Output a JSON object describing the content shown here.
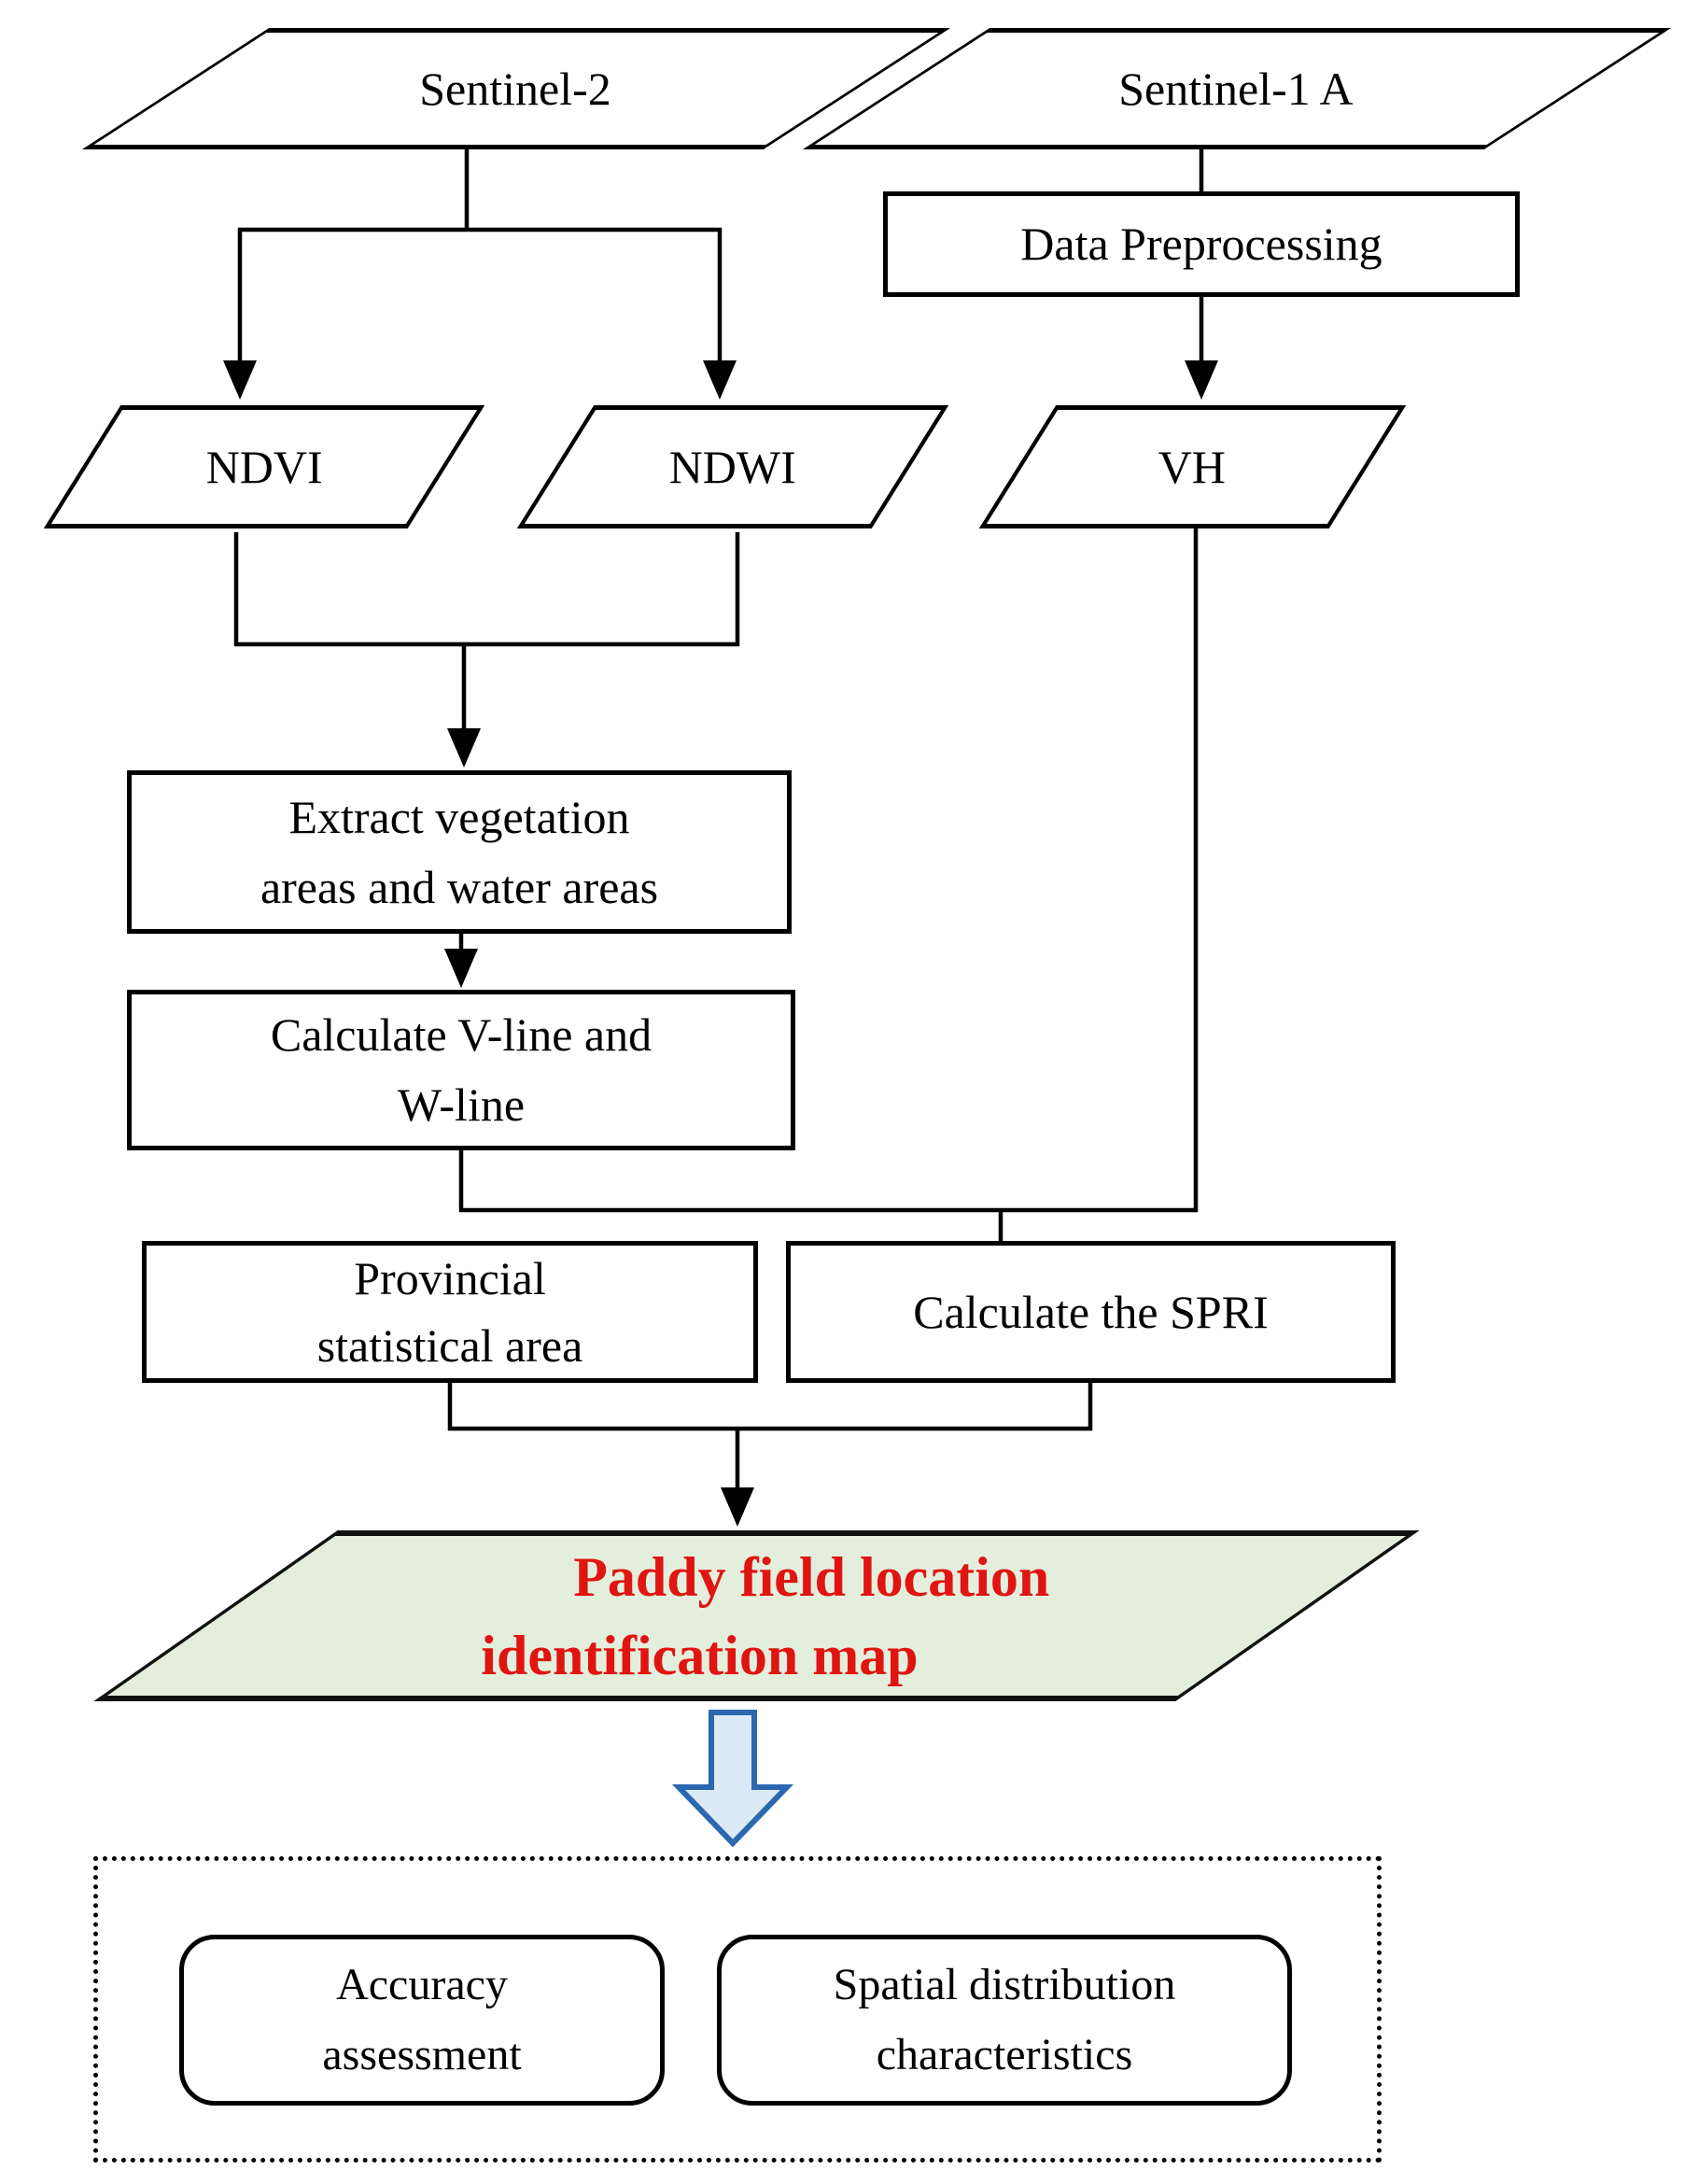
{
  "flowchart": {
    "nodes": {
      "sentinel2": {
        "label": "Sentinel-2"
      },
      "sentinel1a": {
        "label": "Sentinel-1 A"
      },
      "data_preprocessing": {
        "label": "Data Preprocessing"
      },
      "ndvi": {
        "label": "NDVI"
      },
      "ndwi": {
        "label": "NDWI"
      },
      "vh": {
        "label": "VH"
      },
      "extract_areas": {
        "line1": "Extract vegetation",
        "line2": "areas and water areas"
      },
      "calculate_lines": {
        "line1": "Calculate V-line and",
        "line2": "W-line"
      },
      "provincial": {
        "line1": "Provincial",
        "line2": "statistical area"
      },
      "calculate_spri": {
        "label": "Calculate the SPRI"
      },
      "paddy_map": {
        "line1": "Paddy field location",
        "line2": "identification map"
      },
      "accuracy": {
        "line1": "Accuracy",
        "line2": "assessment"
      },
      "spatial": {
        "line1": "Spatial distribution",
        "line2": "characteristics"
      }
    },
    "colors": {
      "line": "#000000",
      "paddy_fill": "#e3efdc",
      "paddy_text": "#e01411",
      "big_arrow_fill": "#dce9f7",
      "big_arrow_border": "#2a68b0"
    }
  }
}
